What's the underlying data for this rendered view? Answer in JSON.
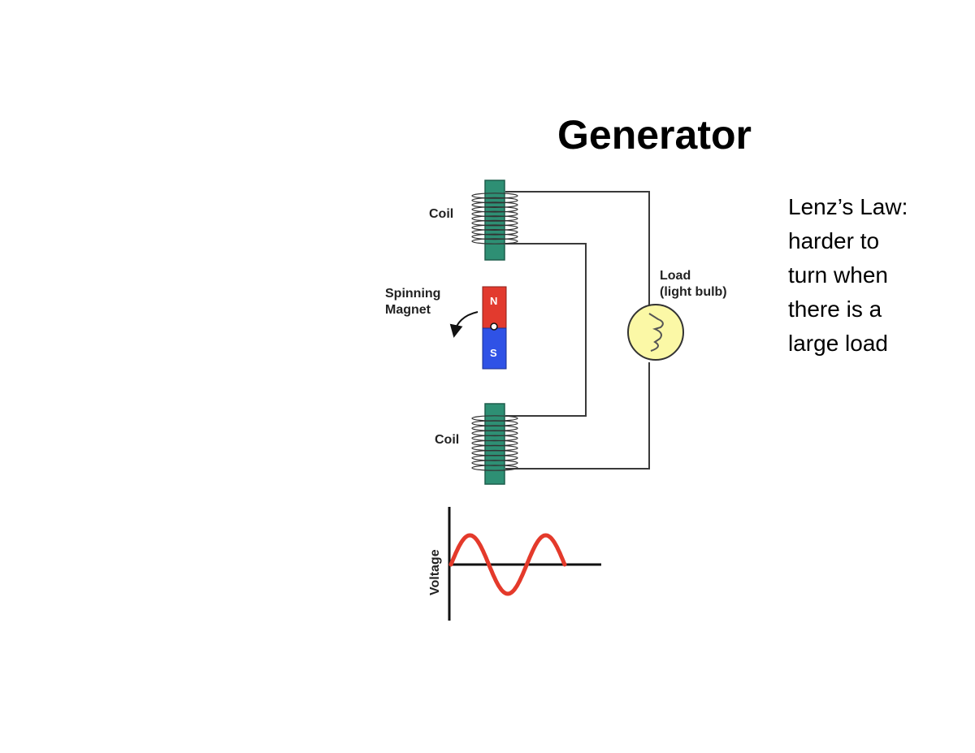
{
  "title": "Generator",
  "side_note": {
    "lines": [
      "Lenz’s Law:",
      "harder to",
      "turn when",
      "there is a",
      "large load"
    ]
  },
  "diagram": {
    "coil_top_label": "Coil",
    "coil_bottom_label": "Coil",
    "magnet_label_line1": "Spinning",
    "magnet_label_line2": "Magnet",
    "north_label": "N",
    "south_label": "S",
    "load_label_line1": "Load",
    "load_label_line2": "(light bulb)",
    "graph_axis_label": "Voltage"
  },
  "colors": {
    "coil_core": "#2e8f74",
    "magnet_north": "#e23a2e",
    "magnet_south": "#2f52e6",
    "bulb": "#fbf8a6",
    "wave": "#e43a2b"
  }
}
